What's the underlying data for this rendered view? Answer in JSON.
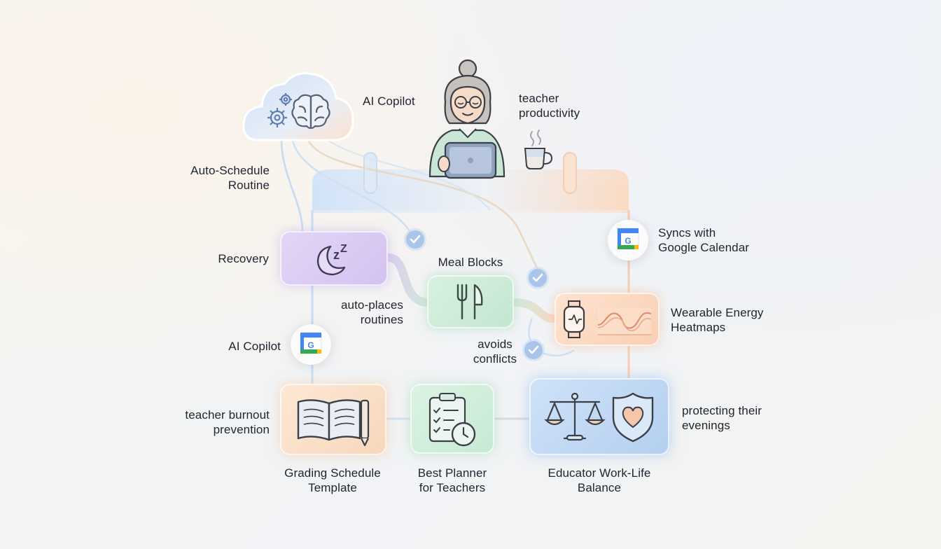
{
  "labels": {
    "ai_copilot_top": "AI Copilot",
    "teacher_productivity": [
      "teacher",
      "productivity"
    ],
    "auto_schedule": [
      "Auto-Schedule",
      "Routine"
    ],
    "recovery": "Recovery",
    "meal_blocks": "Meal Blocks",
    "syncs_google": [
      "Syncs with",
      "Google Calendar"
    ],
    "auto_places": [
      "auto-places",
      "routines"
    ],
    "wearable": [
      "Wearable Energy",
      "Heatmaps"
    ],
    "avoids": [
      "avoids",
      "conflicts"
    ],
    "ai_copilot_left": "AI Copilot",
    "burnout": [
      "teacher burnout",
      "prevention"
    ],
    "protecting": [
      "protecting their",
      "evenings"
    ],
    "grading": [
      "Grading Schedule",
      "Template"
    ],
    "best_planner": [
      "Best Planner",
      "for Teachers"
    ],
    "work_life": [
      "Educator Work-Life",
      "Balance"
    ]
  },
  "icons": [
    "cloud-brain-gears-icon",
    "teacher-avatar-icon",
    "coffee-cup-icon",
    "calendar-frame-icon",
    "moon-zzz-icon",
    "fork-knife-icon",
    "smartwatch-icon",
    "heatmap-wave-icon",
    "google-calendar-icon",
    "open-book-pen-icon",
    "clipboard-checklist-clock-icon",
    "balance-scale-icon",
    "shield-heart-icon",
    "check-icon"
  ],
  "colors": {
    "recovery_tile": "#d9c9f2",
    "meal_tile": "#c8ead6",
    "wearable_tile": "#fbd6bd",
    "grading_tile": "#fbe0c6",
    "planner_tile": "#cfeed8",
    "balance_tile": "#bcd6f4",
    "check": "#a9c6ea",
    "connector": "#c5dbf3"
  }
}
